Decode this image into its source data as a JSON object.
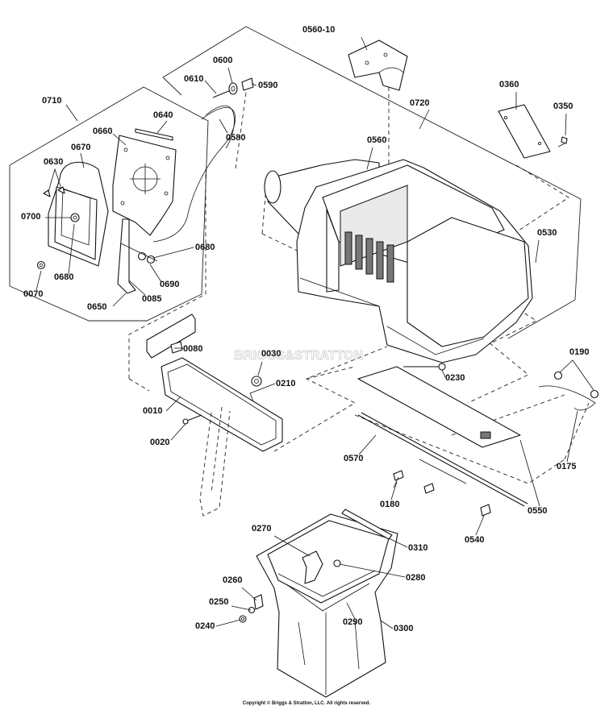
{
  "parts": [
    {
      "number": "0560-10"
    },
    {
      "number": "0600"
    },
    {
      "number": "0610"
    },
    {
      "number": "0590"
    },
    {
      "number": "0710"
    },
    {
      "number": "0640"
    },
    {
      "number": "0660"
    },
    {
      "number": "0670"
    },
    {
      "number": "0630"
    },
    {
      "number": "0700"
    },
    {
      "number": "0680"
    },
    {
      "number": "0680"
    },
    {
      "number": "0690"
    },
    {
      "number": "0070"
    },
    {
      "number": "0650"
    },
    {
      "number": "0085"
    },
    {
      "number": "0580"
    },
    {
      "number": "0720"
    },
    {
      "number": "0560"
    },
    {
      "number": "0360"
    },
    {
      "number": "0350"
    },
    {
      "number": "0530"
    },
    {
      "number": "0080"
    },
    {
      "number": "0030"
    },
    {
      "number": "0210"
    },
    {
      "number": "0010"
    },
    {
      "number": "0020"
    },
    {
      "number": "0230"
    },
    {
      "number": "0190"
    },
    {
      "number": "0175"
    },
    {
      "number": "0570"
    },
    {
      "number": "0180"
    },
    {
      "number": "0550"
    },
    {
      "number": "0540"
    },
    {
      "number": "0310"
    },
    {
      "number": "0270"
    },
    {
      "number": "0280"
    },
    {
      "number": "0260"
    },
    {
      "number": "0250"
    },
    {
      "number": "0240"
    },
    {
      "number": "0290"
    },
    {
      "number": "0300"
    }
  ],
  "watermark": "BRIGGS&STRATTON",
  "copyright": "Copyright © Briggs & Stratton, LLC. All rights reserved."
}
